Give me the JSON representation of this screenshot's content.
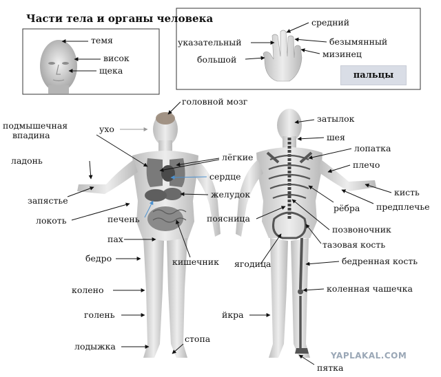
{
  "title": "Части тела и органы человека",
  "fingers_tag": "пальцы",
  "watermark": "YAPLAKAL.COM",
  "head_labels": {
    "crown": "темя",
    "temple": "висок",
    "cheek": "щека"
  },
  "hand_labels": {
    "middle": "средний",
    "index": "указательный",
    "ring": "безымянный",
    "thumb": "большой",
    "pinky": "мизинец"
  },
  "front_labels": {
    "brain": "головной мозг",
    "armpit_1": "подмышечная",
    "armpit_2": "впадина",
    "ear": "ухо",
    "palm": "ладонь",
    "lungs": "лёгкие",
    "heart": "сердце",
    "wrist": "запястье",
    "stomach": "желудок",
    "elbow": "локоть",
    "liver": "печень",
    "groin": "пах",
    "thigh": "бедро",
    "intestine": "кишечник",
    "knee": "колено",
    "shin": "голень",
    "ankle": "лодыжка",
    "foot": "стопа"
  },
  "back_labels": {
    "occiput": "затылок",
    "neck": "шея",
    "scapula": "лопатка",
    "shoulder": "плечо",
    "hand": "кисть",
    "forearm": "предплечье",
    "ribs": "рёбра",
    "lower_back": "поясница",
    "spine": "позвоночник",
    "pelvis": "тазовая кость",
    "buttock": "ягодица",
    "femur": "бедренная кость",
    "kneecap": "коленная чашечка",
    "calf": "йкра",
    "heel": "пятка"
  }
}
